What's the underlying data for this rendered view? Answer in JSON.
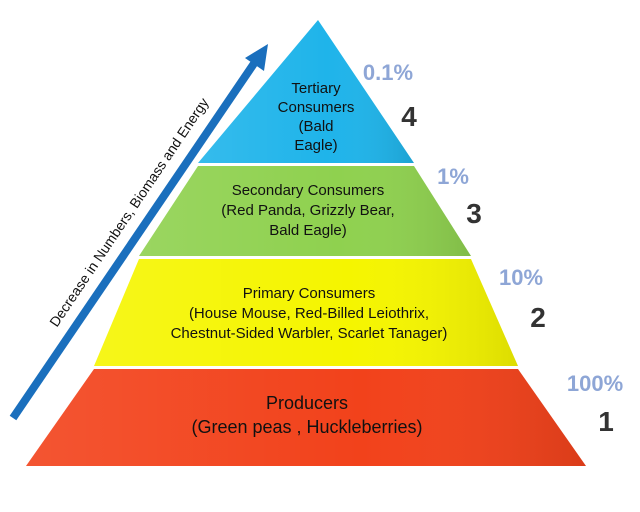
{
  "colors": {
    "tier1": "#f2421b",
    "tier2": "#f5f500",
    "tier3": "#8fd14f",
    "tier4": "#1fb4ea",
    "arrow": "#1a6fbd",
    "percent": "#8ea6d6"
  },
  "arrow": {
    "label": "Decrease in Numbers, Biomass and Energy"
  },
  "tiers": [
    {
      "level": "1",
      "percent": "100%",
      "lines": [
        "Producers",
        "(Green peas , Huckleberries)"
      ]
    },
    {
      "level": "2",
      "percent": "10%",
      "lines": [
        "Primary Consumers",
        "(House Mouse, Red-Billed Leiothrix,",
        "Chestnut-Sided Warbler, Scarlet Tanager)"
      ]
    },
    {
      "level": "3",
      "percent": "1%",
      "lines": [
        "Secondary Consumers",
        "(Red Panda, Grizzly Bear,",
        "Bald Eagle)"
      ]
    },
    {
      "level": "4",
      "percent": "0.1%",
      "lines": [
        "Tertiary",
        "Consumers",
        "(Bald",
        "Eagle)"
      ]
    }
  ]
}
